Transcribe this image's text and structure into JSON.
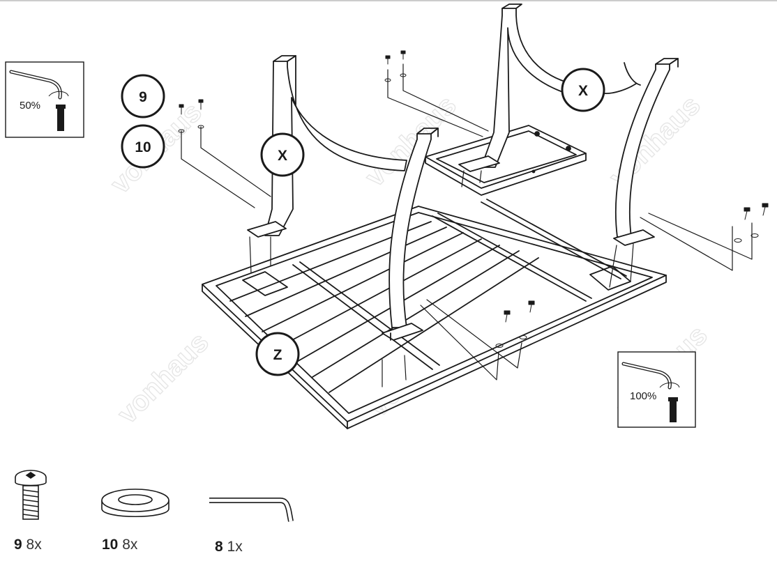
{
  "watermark": "vonhaus",
  "torque_insets": [
    {
      "id": "left",
      "label": "50%"
    },
    {
      "id": "right",
      "label": "100%"
    }
  ],
  "callouts": {
    "bolt": "9",
    "washer": "10",
    "leg_left": "X",
    "leg_right": "X",
    "frame": "Z"
  },
  "parts": [
    {
      "number": "9",
      "qty": "8x"
    },
    {
      "number": "10",
      "qty": "8x"
    },
    {
      "number": "8",
      "qty": "1x"
    }
  ],
  "colors": {
    "line": "#1a1a1a",
    "watermark": "#e6e6e6"
  }
}
